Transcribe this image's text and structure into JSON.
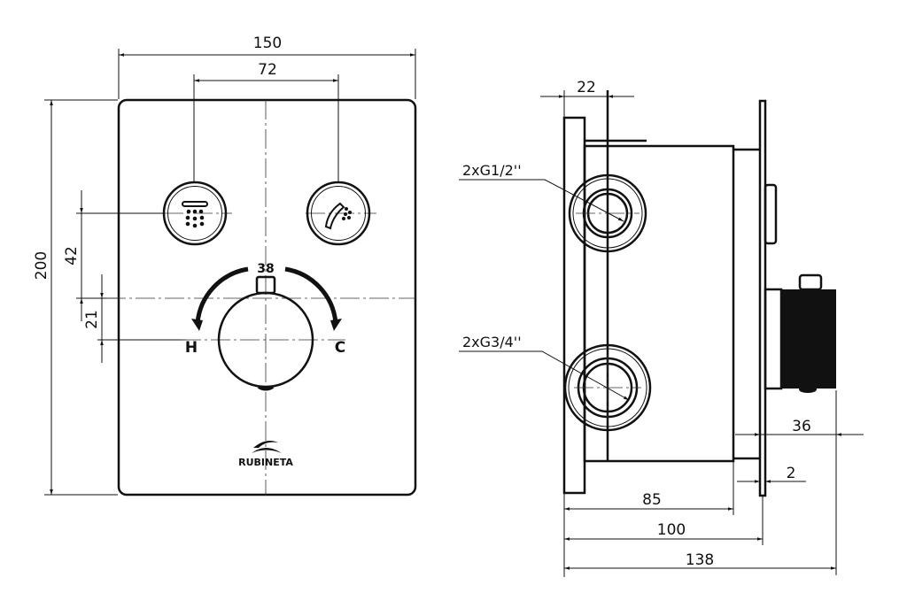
{
  "front_view": {
    "dim_width": "150",
    "dim_button_spacing": "72",
    "dim_height": "200",
    "dim_buttons_to_knob_axis": "42",
    "dim_knob_offset": "21",
    "temperature_mark": "38",
    "hot_label": "H",
    "cold_label": "C",
    "brand_logo": "RUBINETA",
    "buttons": [
      {
        "icon": "overhead-shower-icon"
      },
      {
        "icon": "hand-shower-icon"
      }
    ]
  },
  "side_view": {
    "dim_connection_offset": "22",
    "connection_upper": "2xG1/2''",
    "connection_lower": "2xG3/4''",
    "dim_knob_depth": "36",
    "dim_plate_thickness": "2",
    "dim_body_depth": "85",
    "dim_to_plate": "100",
    "dim_total_depth": "138"
  }
}
